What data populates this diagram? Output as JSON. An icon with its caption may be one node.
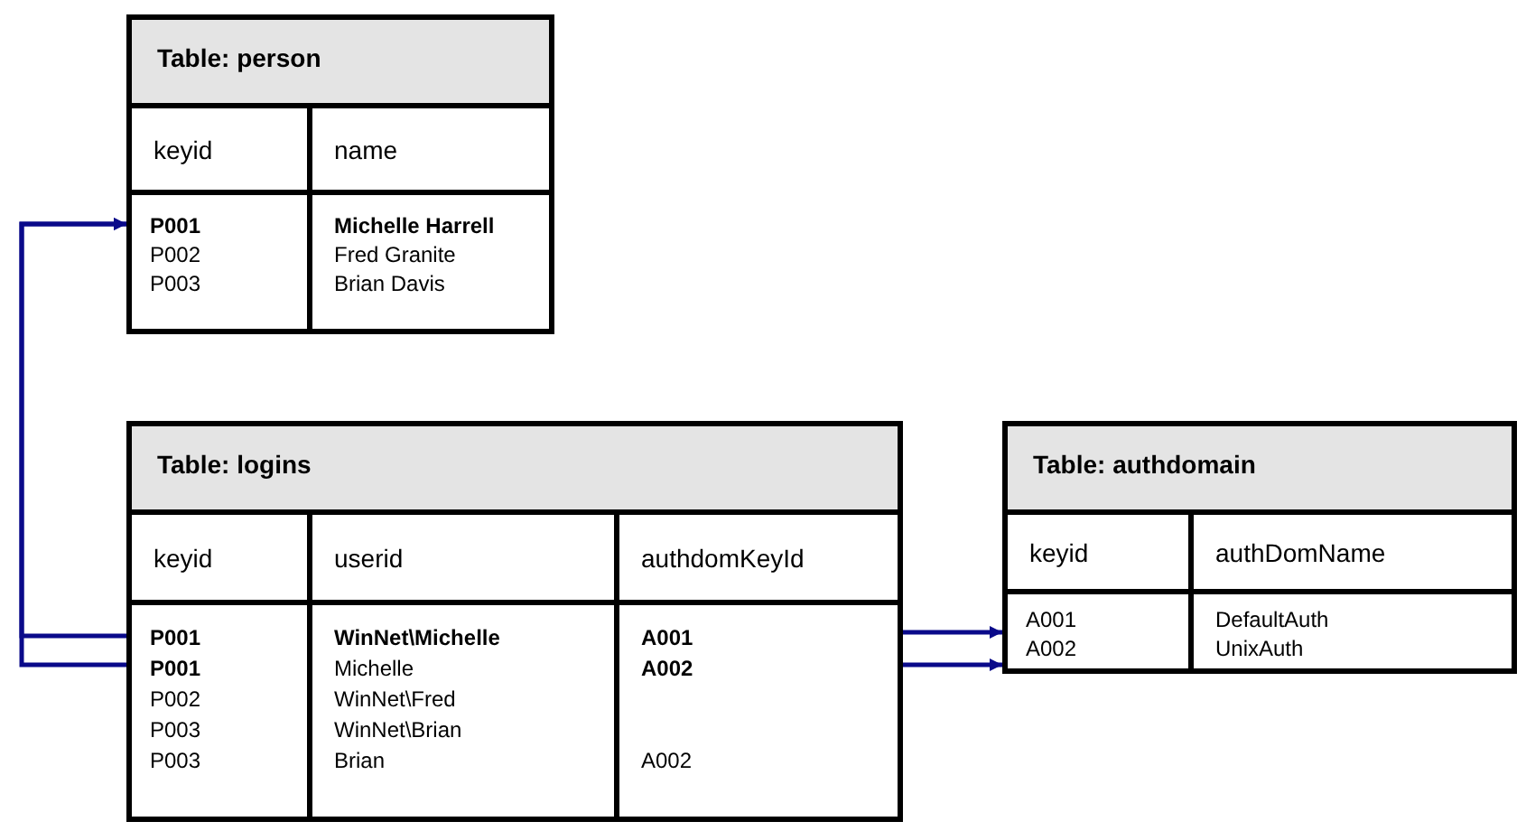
{
  "diagram": {
    "nodes": [
      {
        "text": [
          "Table: person"
        ]
      },
      {
        "text": [
          "Table: logins"
        ]
      },
      {
        "text": [
          "Table: authdomain"
        ]
      }
    ],
    "edges": [
      {
        "from": 1,
        "to": 0,
        "arrow": "to"
      },
      {
        "from": 1,
        "to": 0,
        "arrow": "to"
      },
      {
        "from": 1,
        "to": 2,
        "arrow": "to"
      },
      {
        "from": 1,
        "to": 2,
        "arrow": "to"
      }
    ],
    "labels": [
      "keyid",
      "name",
      "**P001**",
      "**Michelle Harrell**",
      "P002",
      "Fred Granite",
      "P003",
      "Brian Davis",
      "keyid",
      "userid",
      "authdomKeyId",
      "**P001**",
      "**WinNet\\Michelle**",
      "**A001**",
      "**P001**",
      "Michelle",
      "**A002**",
      "P002",
      "WinNet\\Fred",
      "P003",
      "WinNet\\Brian",
      "P003",
      "Brian",
      "A002",
      "keyid",
      "authDomName",
      "A001",
      "DefaultAuth",
      "A002",
      "UnixAuth"
    ]
  }
}
